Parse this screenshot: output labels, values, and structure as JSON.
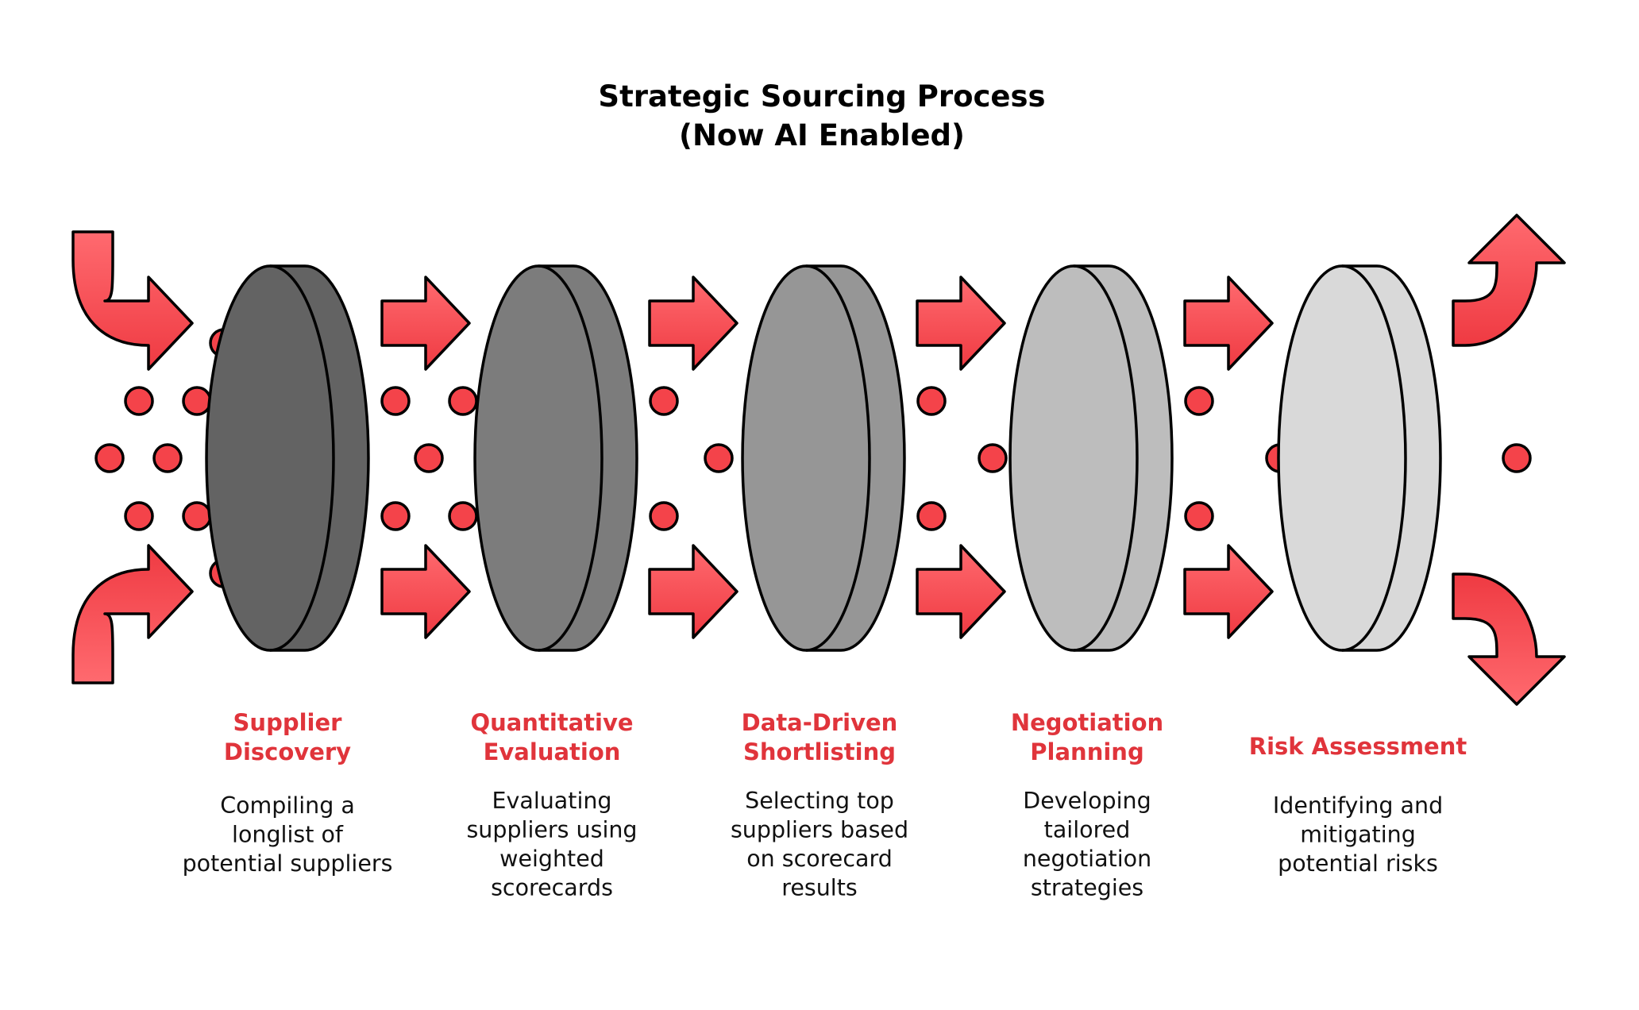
{
  "title_lines": [
    "Strategic Sourcing Process",
    "(Now AI Enabled)"
  ],
  "colors": {
    "accent": "#e8353d",
    "arrow_top": "#ff6a6f",
    "arrow_bottom": "#ef3a42",
    "dot": "#f4434a",
    "outline": "#000000",
    "stage_text": "#e0343b"
  },
  "stages": [
    {
      "name": "Supplier Discovery",
      "title_lines": [
        "Supplier",
        "Discovery"
      ],
      "desc_lines": [
        "Compiling a",
        "longlist of",
        "potential suppliers"
      ],
      "ring_color": "#636363",
      "icon": "filter-ring-icon"
    },
    {
      "name": "Quantitative Evaluation",
      "title_lines": [
        "Quantitative",
        "Evaluation"
      ],
      "desc_lines": [
        "Evaluating",
        "suppliers using",
        "weighted",
        "scorecards"
      ],
      "ring_color": "#7c7c7c",
      "icon": "filter-ring-icon"
    },
    {
      "name": "Data-Driven Shortlisting",
      "title_lines": [
        "Data-Driven",
        "Shortlisting"
      ],
      "desc_lines": [
        "Selecting top",
        "suppliers based",
        "on scorecard",
        "results"
      ],
      "ring_color": "#969696",
      "icon": "filter-ring-icon"
    },
    {
      "name": "Negotiation Planning",
      "title_lines": [
        "Negotiation",
        "Planning"
      ],
      "desc_lines": [
        "Developing",
        "tailored",
        "negotiation",
        "strategies"
      ],
      "ring_color": "#bdbdbd",
      "icon": "filter-ring-icon"
    },
    {
      "name": "Risk Assessment",
      "title_lines": [
        "Risk Assessment"
      ],
      "desc_lines": [
        "Identifying and",
        "mitigating",
        "potential risks"
      ],
      "ring_color": "#d9d9d9",
      "icon": "filter-ring-icon"
    }
  ],
  "icons": {
    "curved_in": "curved-arrow-in-icon",
    "straight": "right-arrow-icon",
    "curved_out": "curved-arrow-out-icon",
    "dot": "supplier-dot-icon"
  }
}
